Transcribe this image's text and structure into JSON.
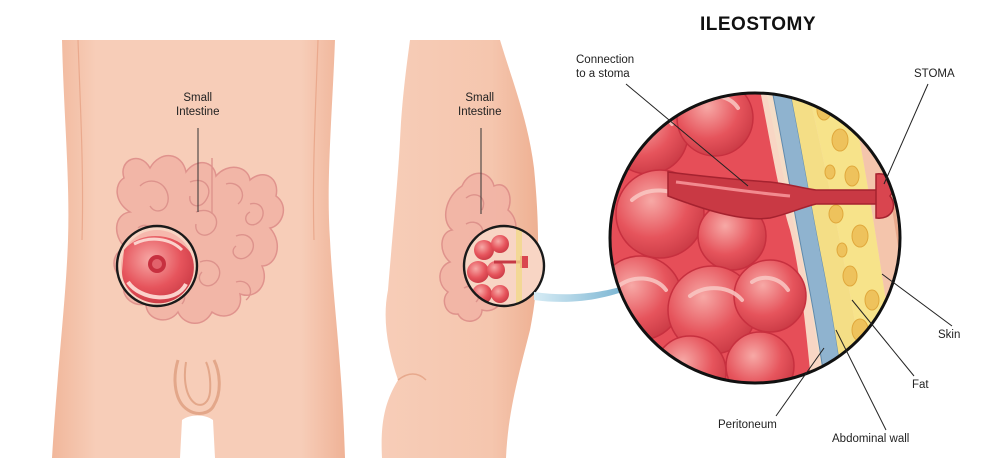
{
  "title": "ILEOSTOMY",
  "labels": {
    "front_small_intestine": "Small\nIntestine",
    "side_small_intestine": "Small\nIntestine",
    "connection": "Connection\nto a stoma",
    "stoma": "STOMA",
    "skin": "Skin",
    "fat": "Fat",
    "peritoneum": "Peritoneum",
    "abdominal_wall": "Abdominal wall"
  },
  "colors": {
    "skin": "#f6cbb5",
    "skin_shadow": "#eeb79c",
    "intestine": "#e8515a",
    "intestine_light": "#f3a0a0",
    "fat": "#f7e38a",
    "muscle_blue": "#8fb3cf",
    "arrow": "#4a97bd"
  }
}
